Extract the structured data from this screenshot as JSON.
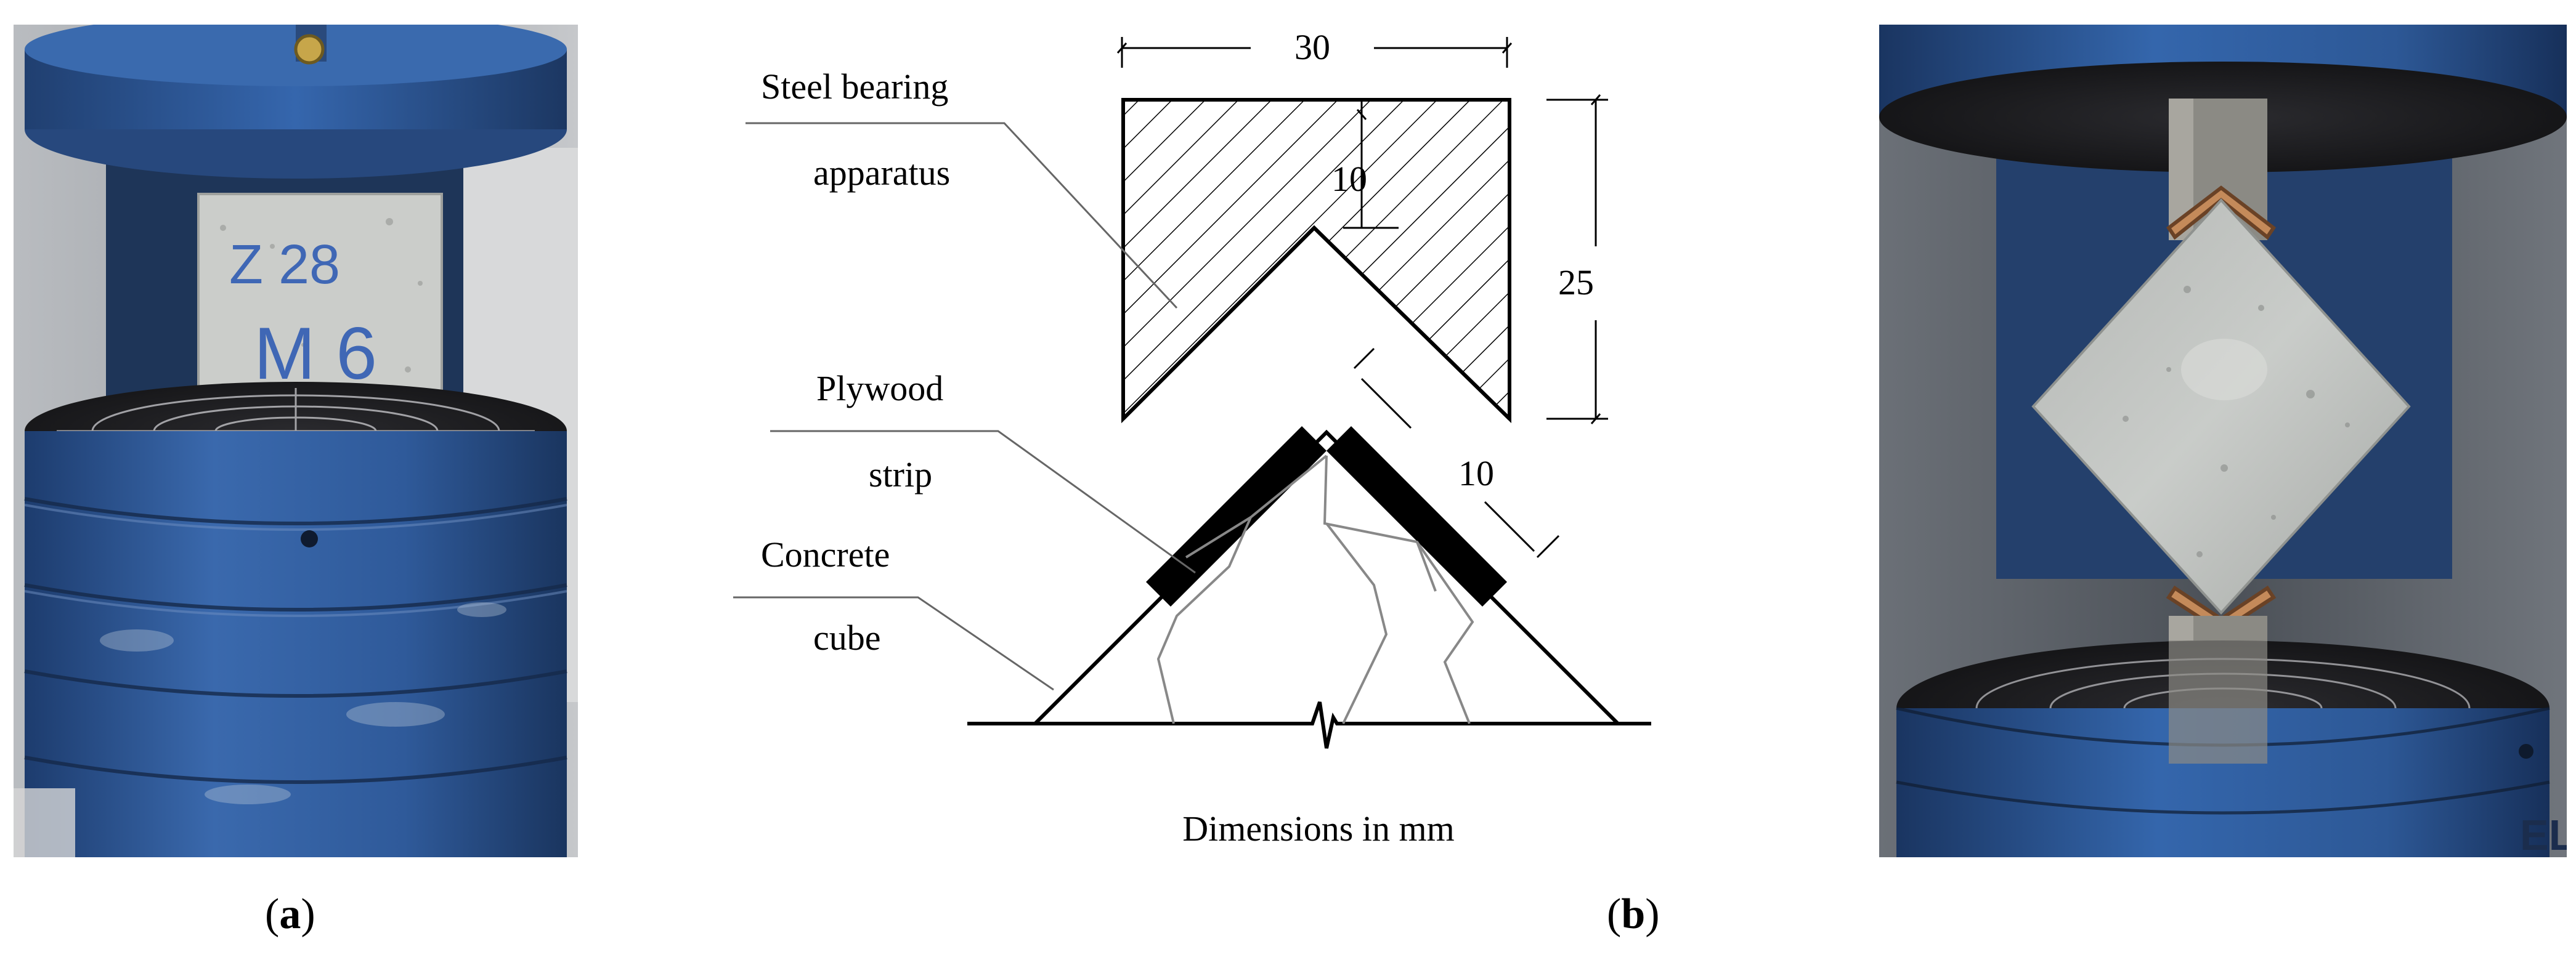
{
  "panels": {
    "a": {
      "caption_open": "(",
      "caption_letter": "a",
      "caption_close": ")",
      "photo": {
        "specimen_marking_line1": "Z 28",
        "specimen_marking_line2": "M 6"
      }
    },
    "b": {
      "caption_open": "(",
      "caption_letter": "b",
      "caption_close": ")",
      "diagram": {
        "label_steel_line1": "Steel bearing",
        "label_steel_line2": "apparatus",
        "label_plywood_line1": "Plywood",
        "label_plywood_line2": "strip",
        "label_concrete_line1": "Concrete",
        "label_concrete_line2": "cube",
        "dim_width": "30",
        "dim_height": "25",
        "dim_notch_depth": "10",
        "dim_strip_length": "10",
        "footer_note": "Dimensions in mm"
      }
    },
    "c": {
      "photo": {
        "machine_label": "ELE"
      }
    }
  },
  "colors": {
    "machine_blue": "#2f5a9a",
    "machine_blue_dark": "#1d3c6e",
    "concrete_grey": "#c9cbc8",
    "platen_black": "#1c1c1e",
    "background_grey": "#8c9096"
  }
}
